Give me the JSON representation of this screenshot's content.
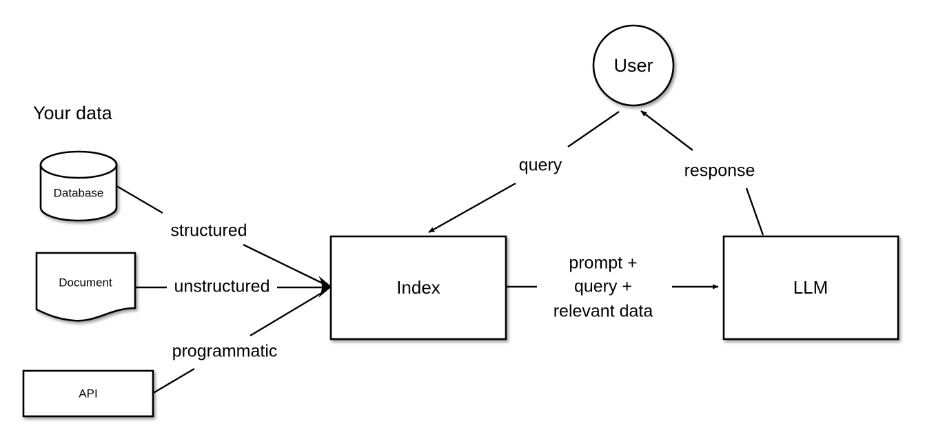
{
  "diagram": {
    "title_label": "Your data",
    "background_color": "#ffffff",
    "stroke_color": "#000000",
    "text_color": "#000000",
    "nodes": {
      "database": {
        "label": "Database",
        "shape": "cylinder"
      },
      "document": {
        "label": "Document",
        "shape": "wavy-document"
      },
      "api": {
        "label": "API",
        "shape": "rectangle"
      },
      "index": {
        "label": "Index",
        "shape": "rectangle"
      },
      "llm": {
        "label": "LLM",
        "shape": "rectangle"
      },
      "user": {
        "label": "User",
        "shape": "circle"
      }
    },
    "edges": {
      "database_to_index": {
        "label": "structured"
      },
      "document_to_index": {
        "label": "unstructured"
      },
      "api_to_index": {
        "label": "programmatic"
      },
      "user_to_index": {
        "label": "query"
      },
      "llm_to_user": {
        "label": "response"
      },
      "index_to_llm": {
        "label_line_1": "prompt +",
        "label_line_2": "query +",
        "label_line_3": "relevant data"
      }
    }
  }
}
